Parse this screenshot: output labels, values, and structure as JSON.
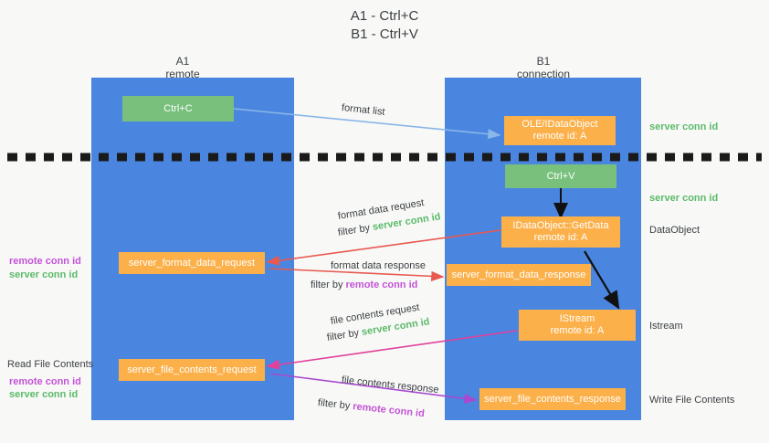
{
  "title": {
    "line1": "A1 - Ctrl+C",
    "line2": "B1 - Ctrl+V"
  },
  "lanes": [
    {
      "name": "A1",
      "sub": "remote"
    },
    {
      "name": "B1",
      "sub": "connection"
    }
  ],
  "nodes": {
    "ctrl_c": {
      "label": "Ctrl+C"
    },
    "ole_dataobject": {
      "line1": "OLE/IDataObject",
      "line2": "remote id: A"
    },
    "ctrl_v": {
      "label": "Ctrl+V"
    },
    "getdata": {
      "line1": "IDataObject::GetData",
      "line2": "remote id: A"
    },
    "istream": {
      "line1": "IStream",
      "line2": "remote id: A"
    },
    "server_format_data_request": {
      "label": "server_format_data_request"
    },
    "server_format_data_response": {
      "label": "server_format_data_response"
    },
    "server_file_contents_request": {
      "label": "server_file_contents_request"
    },
    "server_file_contents_response": {
      "label": "server_file_contents_response"
    }
  },
  "edge_labels": {
    "format_list": "format list",
    "format_data_request": "format data request",
    "format_data_request_filter_prefix": "filter by ",
    "format_data_request_filter_id": "server conn id",
    "format_data_response": "format data response",
    "format_data_response_filter_prefix": "filter by ",
    "format_data_response_filter_id": "remote conn id",
    "file_contents_request": "file contents request",
    "file_contents_request_filter_prefix": "filter by ",
    "file_contents_request_filter_id": "server conn id",
    "file_contents_response": "file contents response",
    "file_contents_response_filter_prefix": "filter by ",
    "file_contents_response_filter_id": "remote conn id"
  },
  "annotations": {
    "left_mid_remote": "remote conn id",
    "left_mid_server": "server conn id",
    "read_file_contents": "Read File Contents",
    "left_low_remote": "remote conn id",
    "left_low_server": "server conn id",
    "right_server_conn_top": "server conn id",
    "right_server_conn_mid": "server conn id",
    "right_dataobject": "DataObject",
    "right_istream": "Istream",
    "right_write_file_contents": "Write File Contents"
  },
  "colors": {
    "lane": "#4a86e0",
    "green_node": "#78c07c",
    "orange_node": "#fbb04a",
    "green_text": "#5bbb6a",
    "purple_text": "#c354d6",
    "arrow_blue": "#8ab6e8",
    "arrow_red": "#e8594f",
    "arrow_magenta": "#e0419b",
    "arrow_purple": "#a84ad0",
    "arrow_black": "#000000"
  }
}
